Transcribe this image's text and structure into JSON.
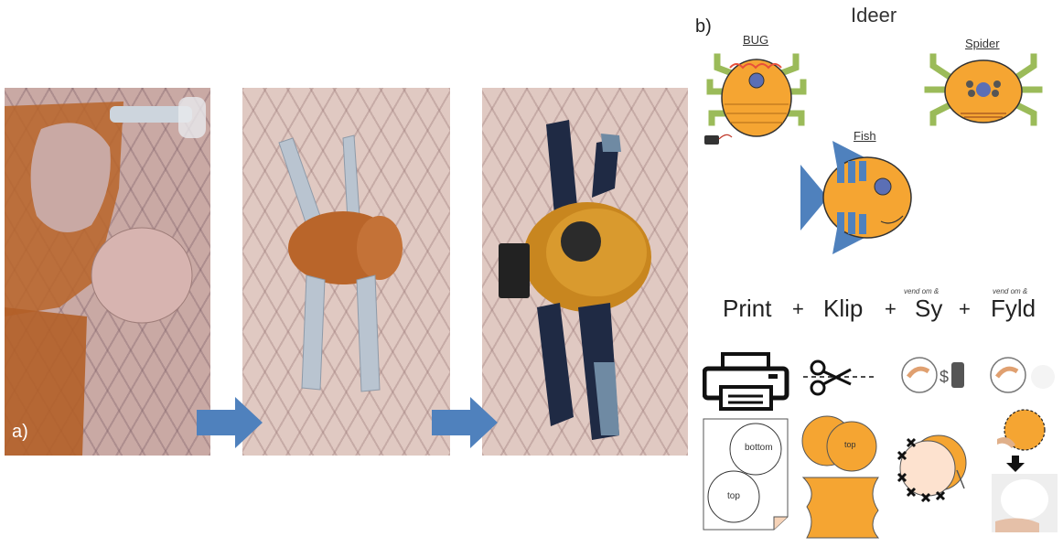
{
  "panel_a": {
    "label": "a)"
  },
  "panel_b": {
    "label": "b)",
    "title": "Ideer",
    "ideas": {
      "bug": "BUG",
      "spider": "Spider",
      "fish": "Fish"
    },
    "steps": {
      "print": "Print",
      "klip": "Klip",
      "sy": "Sy",
      "fyld": "Fyld",
      "plus": "+",
      "note_sy": "vend om &",
      "note_fyld": "vend om &"
    },
    "pattern_labels": {
      "bottom": "bottom",
      "top": "top",
      "top_cut": "top"
    }
  },
  "colors": {
    "orange": "#f5a532",
    "arrow_blue": "#4f81bd",
    "leg_green": "#9bbb59",
    "fish_blue": "#4f81bd"
  }
}
